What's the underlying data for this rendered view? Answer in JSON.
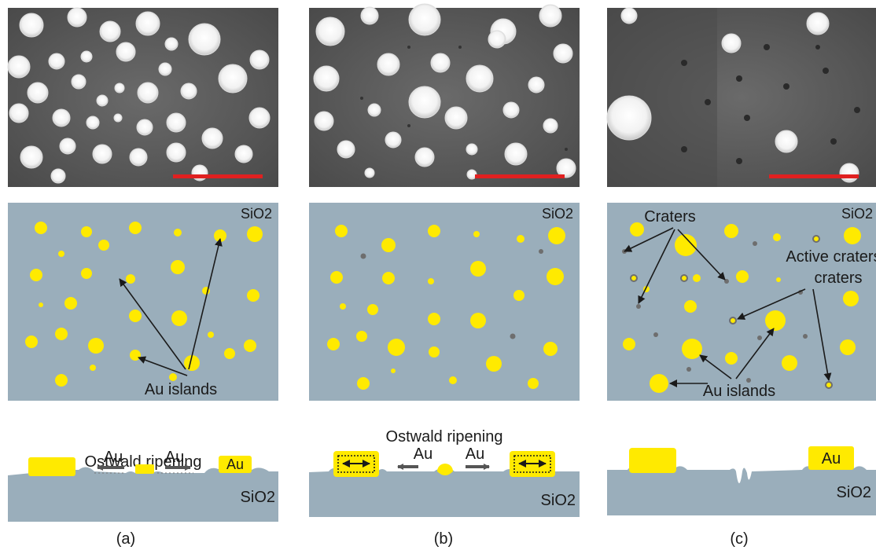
{
  "colors": {
    "substrate": "#9aaebb",
    "gold": "#ffea00",
    "crater": "#6e6e6e",
    "scale_bar": "#e02020",
    "sem_background": "#5a5a5a",
    "arrow": "#1a1a1a",
    "flux_arrow": "#555555"
  },
  "panels": [
    {
      "caption": "(a)",
      "sem_icon": "sem-micrograph-icon",
      "top_view": {
        "substrate_label": "SiO2",
        "callouts": [
          "Au islands"
        ]
      },
      "cross_section": {
        "process_label": "Ostwald ripening",
        "flux_labels": [
          "Au",
          "Au"
        ],
        "island_label": "Au",
        "substrate_label": "SiO2"
      }
    },
    {
      "caption": "(b)",
      "sem_icon": "sem-micrograph-icon",
      "top_view": {
        "substrate_label": "SiO2",
        "callouts": []
      },
      "cross_section": {
        "process_label": "Ostwald ripening",
        "flux_labels": [
          "Au",
          "Au"
        ],
        "island_label": "",
        "substrate_label": "SiO2"
      }
    },
    {
      "caption": "(c)",
      "sem_icon": "sem-micrograph-icon",
      "top_view": {
        "substrate_label": "SiO2",
        "callouts": [
          "Craters",
          "Active craters",
          "Au islands"
        ]
      },
      "cross_section": {
        "process_label": "",
        "flux_labels": [],
        "island_label": "Au",
        "substrate_label": "SiO2"
      }
    }
  ]
}
